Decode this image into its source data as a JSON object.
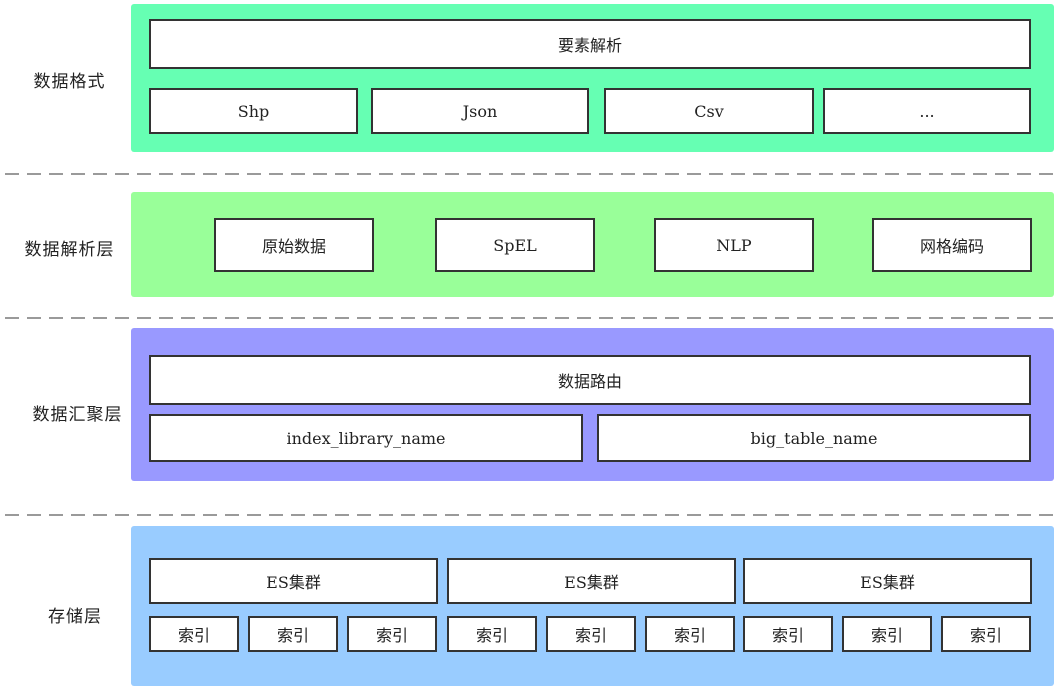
{
  "layers": {
    "format": {
      "label": "数据格式",
      "color": "#66ffb3",
      "header": "要素解析",
      "items": [
        "Shp",
        "Json",
        "Csv",
        "..."
      ]
    },
    "parse": {
      "label": "数据解析层",
      "color": "#99ff99",
      "items": [
        "原始数据",
        "SpEL",
        "NLP",
        "网格编码"
      ]
    },
    "gather": {
      "label": "数据汇聚层",
      "color": "#9999ff",
      "header": "数据路由",
      "items": [
        "index_library_name",
        "big_table_name"
      ]
    },
    "storage": {
      "label": "存储层",
      "color": "#99ccff",
      "clusters": [
        "ES集群",
        "ES集群",
        "ES集群"
      ],
      "indexes": [
        "索引",
        "索引",
        "索引",
        "索引",
        "索引",
        "索引",
        "索引",
        "索引",
        "索引"
      ]
    }
  }
}
